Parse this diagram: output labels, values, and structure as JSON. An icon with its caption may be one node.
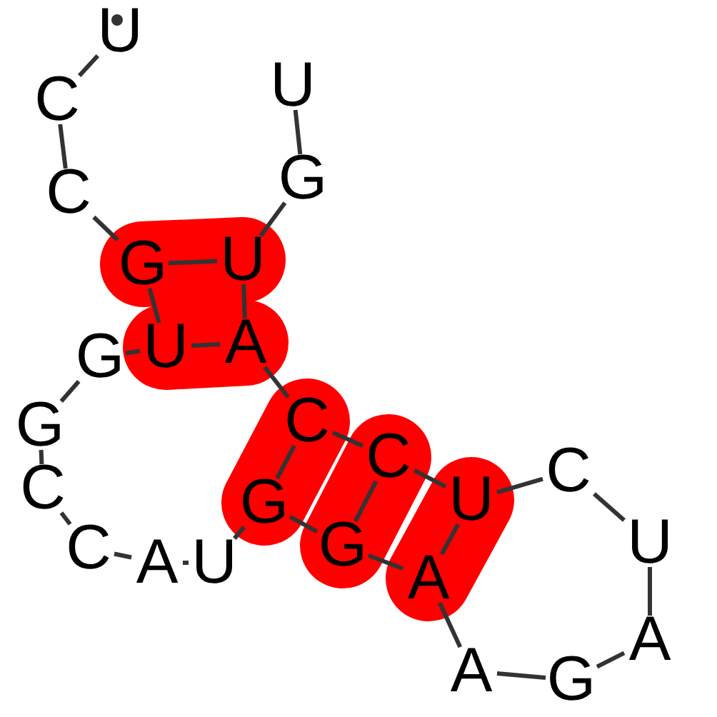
{
  "diagram": {
    "nodes": [
      {
        "text": [
          "U"
        ]
      },
      {
        "text": [
          "C"
        ]
      },
      {
        "text": [
          "C"
        ]
      },
      {
        "text": [
          "G"
        ]
      },
      {
        "text": [
          "U"
        ]
      },
      {
        "text": [
          "G"
        ]
      },
      {
        "text": [
          "U"
        ]
      },
      {
        "text": [
          "U"
        ]
      },
      {
        "text": [
          "A"
        ]
      },
      {
        "text": [
          "C"
        ]
      },
      {
        "text": [
          "C"
        ]
      },
      {
        "text": [
          "U"
        ]
      },
      {
        "text": [
          "C"
        ]
      },
      {
        "text": [
          "U"
        ]
      },
      {
        "text": [
          "A"
        ]
      },
      {
        "text": [
          "G"
        ]
      },
      {
        "text": [
          "A"
        ]
      },
      {
        "text": [
          "A"
        ]
      },
      {
        "text": [
          "G"
        ]
      },
      {
        "text": [
          "G"
        ]
      },
      {
        "text": [
          "U"
        ]
      },
      {
        "text": [
          "A"
        ]
      },
      {
        "text": [
          "C"
        ]
      },
      {
        "text": [
          "C"
        ]
      },
      {
        "text": [
          "G"
        ]
      },
      {
        "text": [
          "G"
        ]
      }
    ],
    "edges": [
      {
        "from": 0,
        "to": 1,
        "arrow": "none"
      },
      {
        "from": 1,
        "to": 2,
        "arrow": "none"
      },
      {
        "from": 2,
        "to": 3,
        "arrow": "none"
      },
      {
        "from": 3,
        "to": 4,
        "arrow": "none"
      },
      {
        "from": 4,
        "to": 5,
        "arrow": "none"
      },
      {
        "from": 5,
        "to": 6,
        "arrow": "none"
      },
      {
        "from": 3,
        "to": 7,
        "arrow": "none"
      },
      {
        "from": 4,
        "to": 8,
        "arrow": "none"
      },
      {
        "from": 7,
        "to": 8,
        "arrow": "none"
      },
      {
        "from": 8,
        "to": 9,
        "arrow": "none"
      },
      {
        "from": 9,
        "to": 10,
        "arrow": "none"
      },
      {
        "from": 10,
        "to": 11,
        "arrow": "none"
      },
      {
        "from": 11,
        "to": 12,
        "arrow": "none"
      },
      {
        "from": 12,
        "to": 13,
        "arrow": "none"
      },
      {
        "from": 13,
        "to": 14,
        "arrow": "none"
      },
      {
        "from": 14,
        "to": 15,
        "arrow": "none"
      },
      {
        "from": 15,
        "to": 16,
        "arrow": "none"
      },
      {
        "from": 16,
        "to": 17,
        "arrow": "none"
      },
      {
        "from": 17,
        "to": 18,
        "arrow": "none"
      },
      {
        "from": 18,
        "to": 19,
        "arrow": "none"
      },
      {
        "from": 19,
        "to": 20,
        "arrow": "none"
      },
      {
        "from": 20,
        "to": 21,
        "arrow": "none"
      },
      {
        "from": 21,
        "to": 22,
        "arrow": "none"
      },
      {
        "from": 22,
        "to": 23,
        "arrow": "none"
      },
      {
        "from": 23,
        "to": 24,
        "arrow": "none"
      },
      {
        "from": 24,
        "to": 25,
        "arrow": "none"
      },
      {
        "from": 25,
        "to": 7,
        "arrow": "none"
      },
      {
        "from": 9,
        "to": 19,
        "arrow": "none"
      },
      {
        "from": 10,
        "to": 18,
        "arrow": "none"
      },
      {
        "from": 11,
        "to": 17,
        "arrow": "none"
      }
    ]
  }
}
